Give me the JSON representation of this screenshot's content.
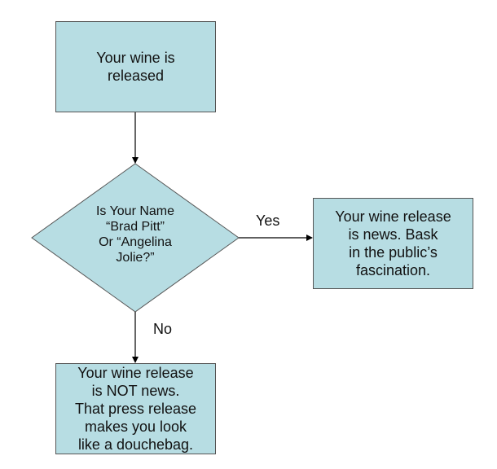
{
  "nodes": {
    "start": {
      "lines": [
        "Your wine is",
        "released"
      ]
    },
    "decision": {
      "lines": [
        "Is Your Name",
        "“Brad Pitt”",
        "Or “Angelina",
        "Jolie?”"
      ]
    },
    "news": {
      "lines": [
        "Your wine release",
        "is news. Bask",
        "in the public’s",
        "fascination."
      ]
    },
    "not_news": {
      "lines": [
        "Your wine release",
        "is NOT news.",
        "That press release",
        "makes you look",
        "like a douchebag."
      ]
    }
  },
  "edges": {
    "yes_label": "Yes",
    "no_label": "No"
  },
  "colors": {
    "node_fill": "#b7dde3",
    "node_border": "#555555",
    "arrow": "#000000"
  }
}
